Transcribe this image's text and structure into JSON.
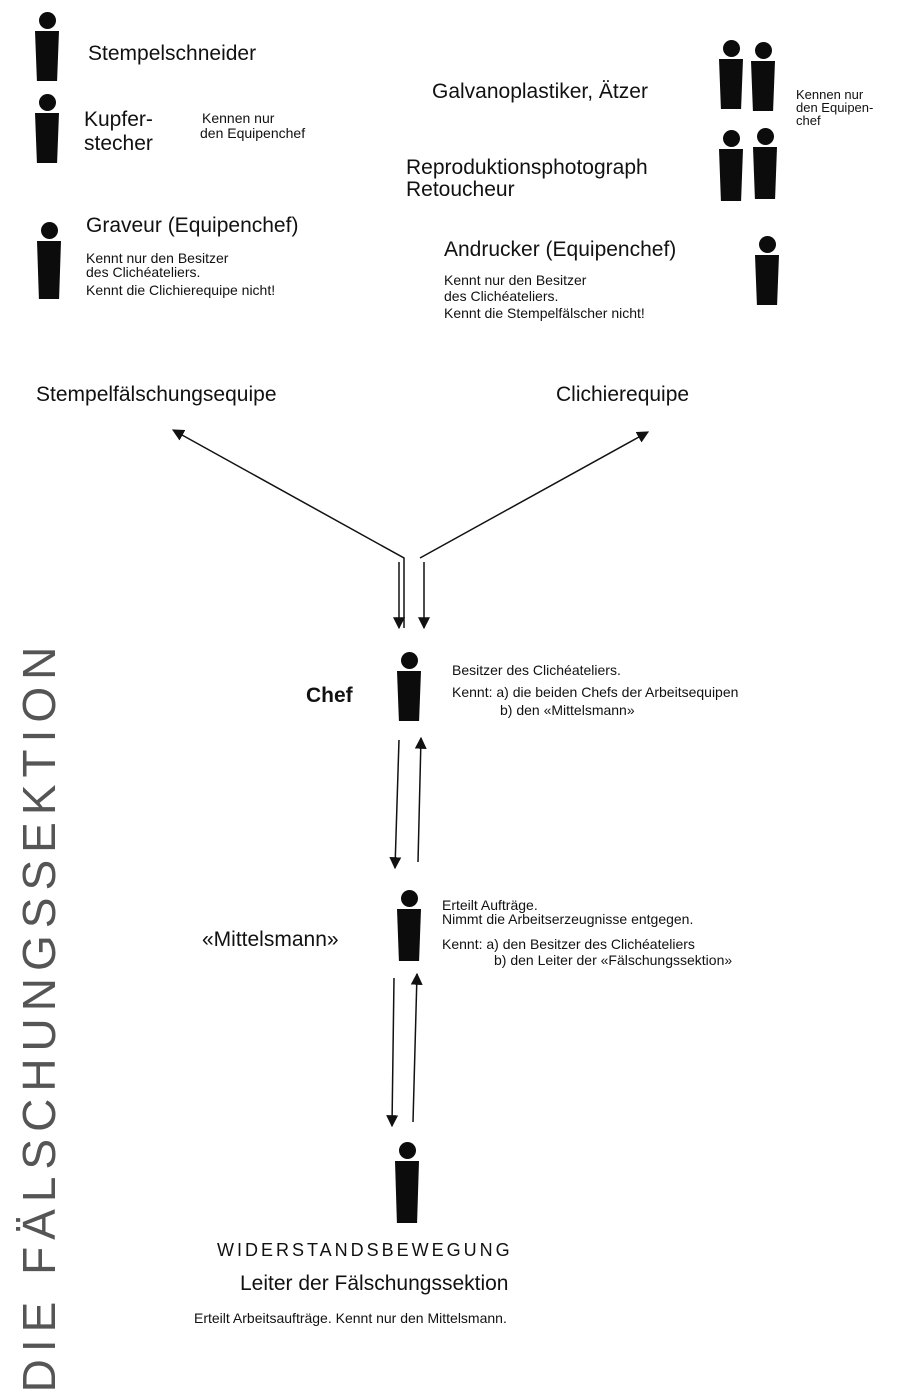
{
  "left_team": {
    "title": "Stempelfälschungsequipe",
    "stempelschneider": "Stempelschneider",
    "kupferstecher_l1": "Kupfer-",
    "kupferstecher_l2": "stecher",
    "kupferstecher_note_l1": "Kennen nur",
    "kupferstecher_note_l2": "den Equipenchef",
    "graveur": "Graveur (Equipenchef)",
    "graveur_note_l1": "Kennt nur den Besitzer",
    "graveur_note_l2": "des Clichéateliers.",
    "graveur_note_l3": "Kennt die Clichierequipe nicht!"
  },
  "right_team": {
    "title": "Clichierequipe",
    "galvano": "Galvanoplastiker, Ätzer",
    "galvano_note_l1": "Kennen nur",
    "galvano_note_l2": "den Equipen-",
    "galvano_note_l3": "chef",
    "repro_l1": "Reproduktionsphotograph",
    "repro_l2": "Retoucheur",
    "andrucker": "Andrucker (Equipenchef)",
    "andrucker_note_l1": "Kennt nur den Besitzer",
    "andrucker_note_l2": "des Clichéateliers.",
    "andrucker_note_l3": "Kennt die Stempelfälscher nicht!"
  },
  "chef": {
    "label": "Chef",
    "note_l1": "Besitzer des Clichéateliers.",
    "note_l2": "Kennt: a) die beiden Chefs der Arbeitsequipen",
    "note_l3": "b) den «Mittelsmann»"
  },
  "mittelsmann": {
    "label": "«Mittelsmann»",
    "note_l1": "Erteilt Aufträge.",
    "note_l2": "Nimmt die Arbeitserzeugnisse entgegen.",
    "note_l3": "Kennt: a) den Besitzer des Clichéateliers",
    "note_l4": "b) den Leiter der «Fälschungssektion»"
  },
  "leader": {
    "org": "WIDERSTANDSBEWEGUNG",
    "title": "Leiter der Fälschungssektion",
    "note": "Erteilt Arbeitsaufträge. Kennt nur den Mittelsmann."
  },
  "side_title": "DIE FÄLSCHUNGSSEKTION"
}
